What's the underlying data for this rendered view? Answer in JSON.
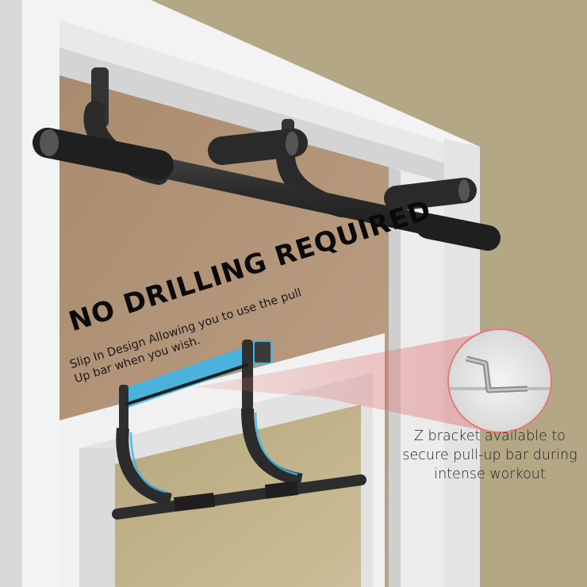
{
  "image": {
    "description": "Door frame pull-up bar product illustration",
    "colors": {
      "wall": "#b3a786",
      "door_opening": "#b39378",
      "inner_opening": "#c2b48e",
      "trim": "#f2f2f2",
      "bar": "#2e2e2e",
      "highlight": "#3fb5e6",
      "callout_line": "#e27b7b"
    }
  },
  "headline": {
    "text": "NO DRILLING REQUIRED"
  },
  "subtext": {
    "line1": "Slip In Design Allowing you to use the pull",
    "line2": "Up bar when you wish."
  },
  "callout": {
    "icon": "z-bracket-closeup",
    "caption_line1": "Z bracket available to",
    "caption_line2": "secure pull-up bar during",
    "caption_line3": "intense workout"
  }
}
